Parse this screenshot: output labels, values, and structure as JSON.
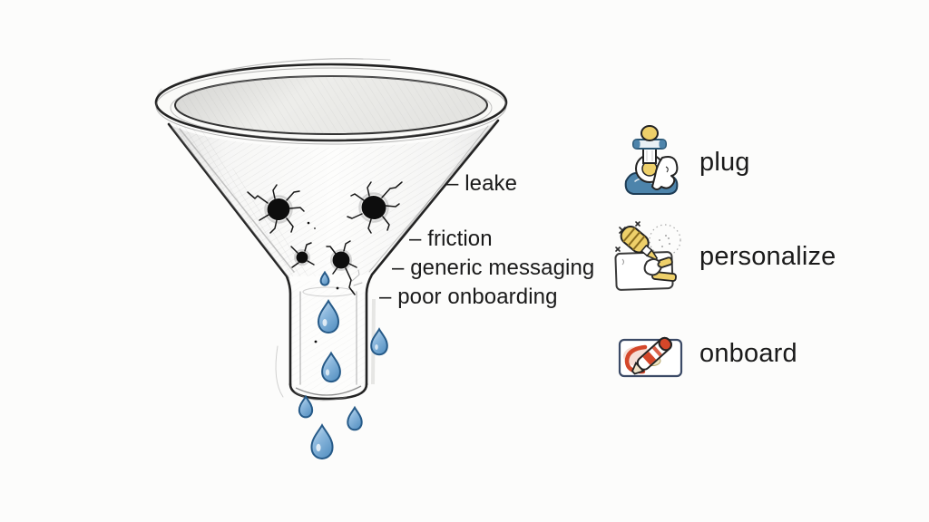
{
  "funnel": {
    "description": "leaky funnel sketch with bullet holes and dripping water",
    "labels": [
      {
        "id": "leake",
        "text": "– leake"
      },
      {
        "id": "friction",
        "text": "– friction"
      },
      {
        "id": "generic-messaging",
        "text": "– generic messaging"
      },
      {
        "id": "poor-onboarding",
        "text": "– poor onboarding"
      }
    ],
    "holes_count": 4,
    "drops_count": 7
  },
  "legend": {
    "items": [
      {
        "icon": "plug-icon",
        "label": "plug"
      },
      {
        "icon": "personalize-icon",
        "label": "personalize"
      },
      {
        "icon": "onboard-icon",
        "label": "onboard"
      }
    ]
  },
  "colors": {
    "background": "#fcfcfb",
    "ink": "#232323",
    "pencil": "#8f8f8f",
    "text": "#1a1a1a",
    "drop_fill": "#74a8d4",
    "drop_light": "#d6e7f4",
    "drop_stroke": "#265a88",
    "accent_yellow": "#eed06a",
    "accent_blue": "#4d84ab",
    "accent_red": "#d4472a",
    "hole": "#0d0d0d"
  }
}
